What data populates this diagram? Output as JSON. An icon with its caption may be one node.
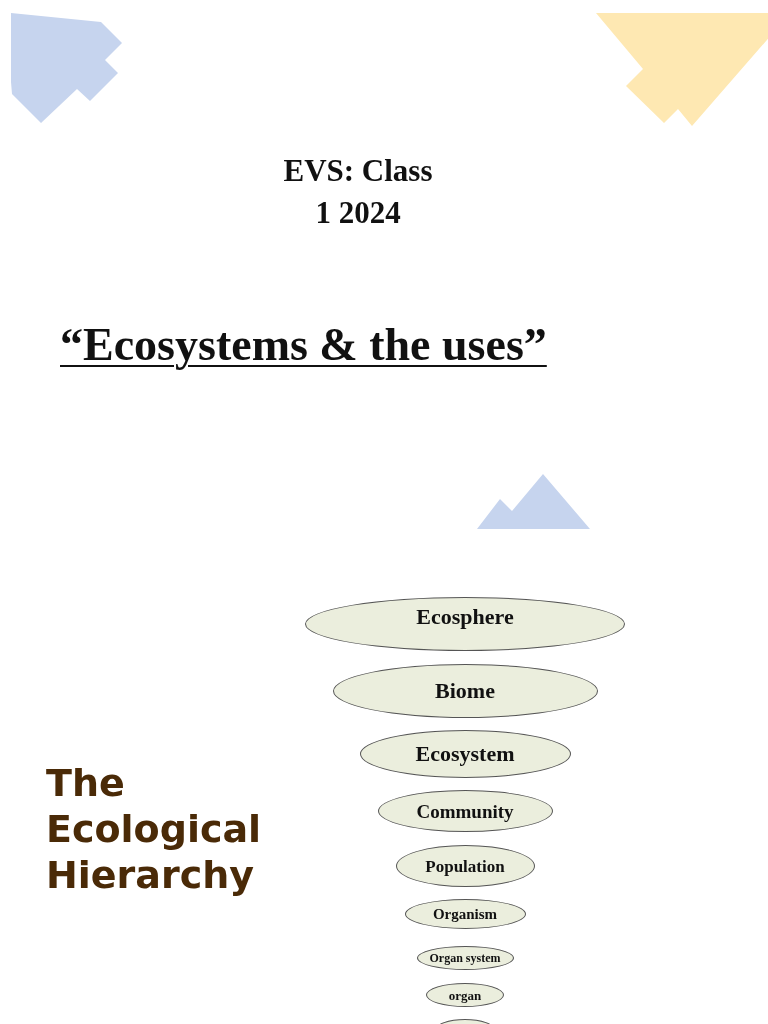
{
  "diagram": {
    "title": "EVS: Class 1 2024",
    "nodes": [
      {
        "text": [
          "Ecosphere"
        ]
      },
      {
        "text": [
          "Biome"
        ]
      },
      {
        "text": [
          "Ecosystem"
        ]
      },
      {
        "text": [
          "Community"
        ]
      },
      {
        "text": [
          "Population"
        ]
      },
      {
        "text": [
          "Organism"
        ]
      },
      {
        "text": [
          "Organ system"
        ]
      },
      {
        "text": [
          "organ"
        ]
      },
      {
        "text": [],
        "shape": "ellipse"
      }
    ],
    "labels": [
      "“Ecosystems & the uses”",
      "The Ecological Hierarchy"
    ]
  }
}
